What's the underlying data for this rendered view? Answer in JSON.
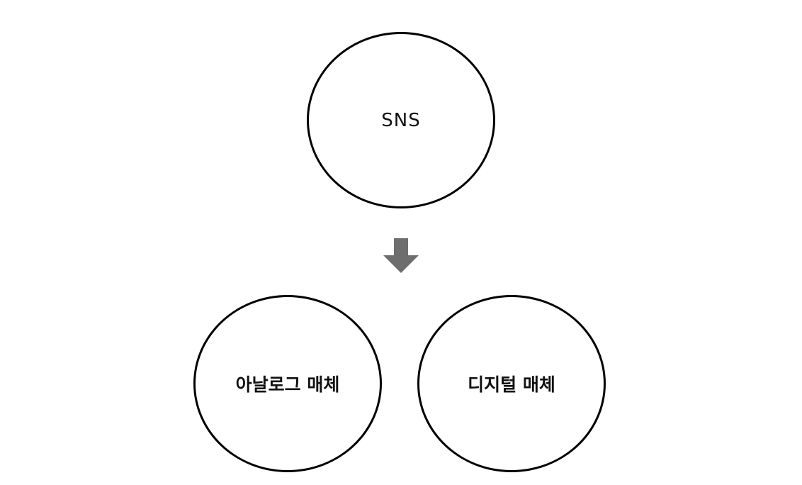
{
  "diagram": {
    "nodes": {
      "top": {
        "label": "SNS"
      },
      "left": {
        "label": "아날로그 매체"
      },
      "right": {
        "label": "디지털 매체"
      }
    },
    "colors": {
      "stroke": "#000000",
      "text": "#111111",
      "arrow": "#6e6e6e",
      "background": "#ffffff"
    },
    "arrow": {
      "icon": "arrow-down-icon",
      "direction": "down"
    }
  }
}
